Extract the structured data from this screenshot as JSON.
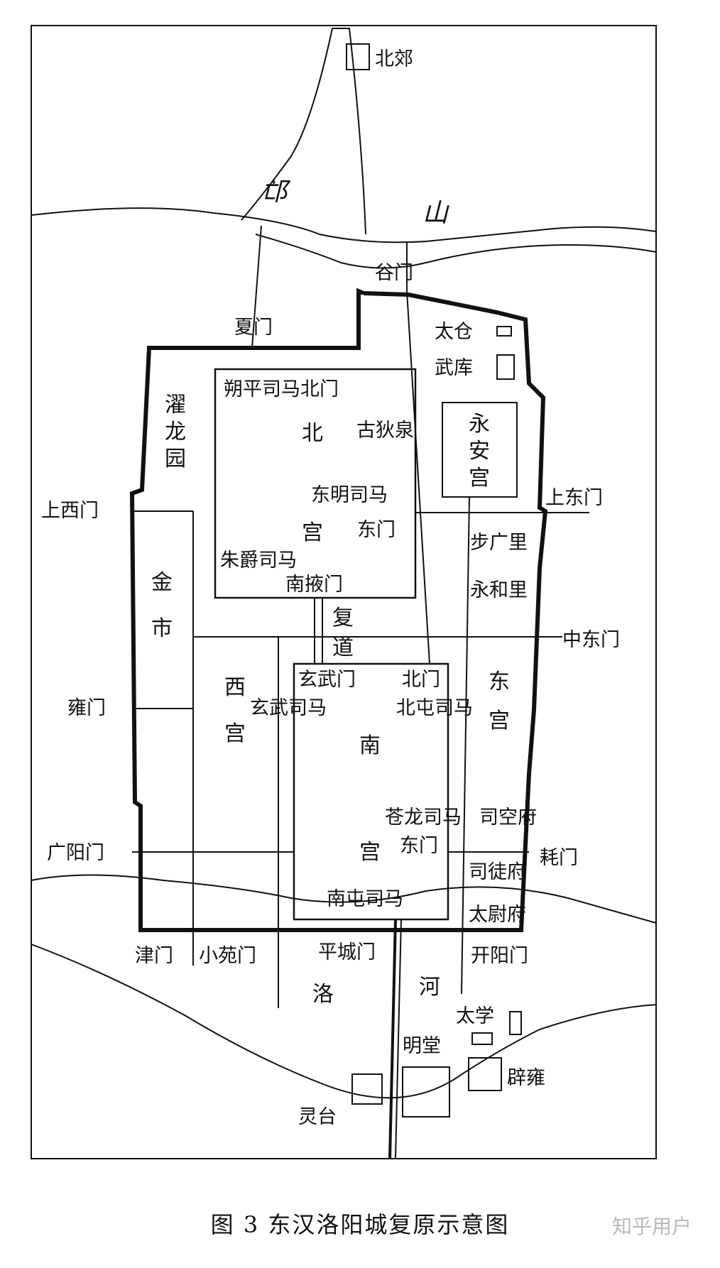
{
  "labels": {
    "beijiao": "北郊",
    "mang": "邙",
    "shan": "山",
    "gumen": "谷门",
    "xiamen": "夏门",
    "taicang": "太仓",
    "wuku": "武库",
    "shuoping": "朔平司马北门",
    "liulong_1": "濯",
    "liulong_2": "龙",
    "liulong_3": "园",
    "bei_1": "北",
    "bei_2": "宫",
    "digu": "古狄泉",
    "yongan_1": "永",
    "yongan_2": "安",
    "yongan_3": "宫",
    "dongming_1": "东明司马",
    "dongming_2": "东门",
    "shangxi": "上西门",
    "shangdong": "上东门",
    "buguang": "步广里",
    "yonghe": "永和里",
    "jin": "金",
    "shi": "市",
    "zhujue": "朱爵司马",
    "nanye": "南掖门",
    "fu": "复",
    "dao": "道",
    "zhongdong": "中东门",
    "xi_1": "西",
    "xi_2": "宫",
    "xuanwu_men": "玄武门",
    "beimen": "北门",
    "dong_1": "东",
    "dong_2": "宫",
    "yongmen": "雍门",
    "xuanwu_sima": "玄武司马",
    "beitun": "北屯司马",
    "nan_1": "南",
    "nan_2": "宫",
    "canglong": "苍龙司马",
    "canglong_men": "东门",
    "sikong": "司空府",
    "guangyang": "广阳门",
    "haomen": "耗门",
    "situ": "司徒府",
    "nantun": "南屯司马",
    "taiwei": "太尉府",
    "jinmen": "津门",
    "xiaoyuan": "小苑门",
    "pingcheng": "平城门",
    "kaiyang": "开阳门",
    "luo": "洛",
    "he": "河",
    "taixue": "太学",
    "mingtang": "明堂",
    "biyong": "辟雍",
    "lingtai": "灵台"
  },
  "caption": "图 3   东汉洛阳城复原示意图",
  "watermark": "知乎用户"
}
